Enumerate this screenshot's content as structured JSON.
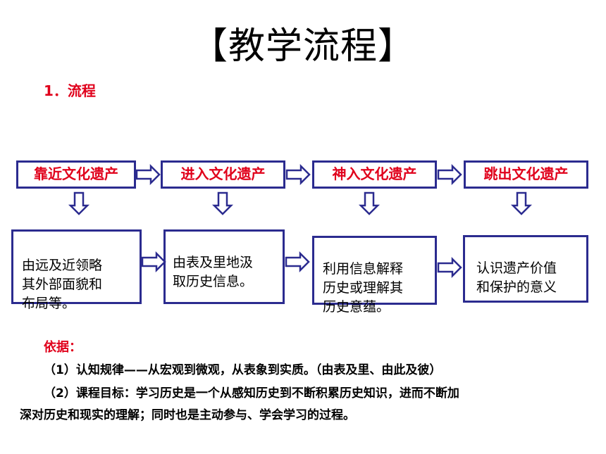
{
  "title": "【教学流程】",
  "section_label": "1．流程",
  "stages": [
    "靠近文化遗产",
    "进入文化遗产",
    "神入文化遗产",
    "跳出文化遗产"
  ],
  "details": [
    "由远及近领略\n其外部面貌和\n布局等。",
    "由表及里地汲\n取历史信息。",
    "利用信息解释\n历史或理解其\n历史意蕴。",
    "认识遗产价值\n和保护的意义"
  ],
  "basis": {
    "title": "依据：",
    "line1": "（1）认知规律——从宏观到微观，从表象到实质。（由表及里、由此及彼）",
    "line2": "（2）课程目标：学习历史是一个从感知历史到不断积累历史知识，进而不断加",
    "line3": "深对历史和现实的理解；同时也是主动参与、学会学习的过程。"
  },
  "colors": {
    "accent_red": "#e0001b",
    "box_border": "#2b2b8f",
    "arrow": "#2b2b8f"
  },
  "icons": {
    "horizontal_arrow": "double-line-right-arrow",
    "vertical_arrow": "double-line-down-arrow"
  }
}
